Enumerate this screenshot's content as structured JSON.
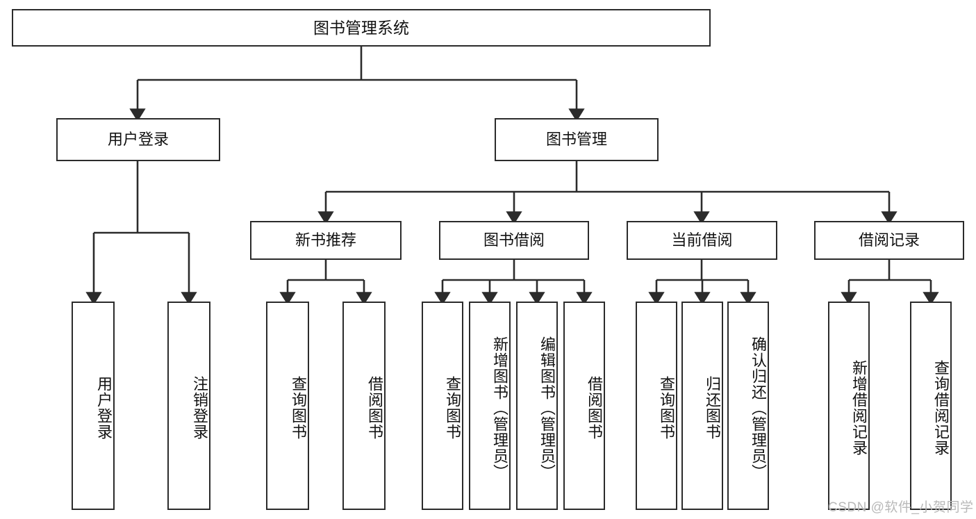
{
  "diagram": {
    "title": "图书管理系统",
    "type": "tree-hierarchy",
    "watermark": "CSDN @软件_小贺同学",
    "colors": {
      "box_border": "#2b2b2b",
      "box_fill": "#ffffff",
      "edge": "#2b2b2b",
      "background": "#ffffff",
      "watermark": "#b9b9b9"
    },
    "nodes": {
      "root": {
        "label": "图书管理系统",
        "level": 1
      },
      "l2": [
        {
          "id": "user-login",
          "label": "用户登录",
          "level": 2
        },
        {
          "id": "book-manage",
          "label": "图书管理",
          "level": 2
        }
      ],
      "l3": [
        {
          "id": "new-book-recommend",
          "label": "新书推荐",
          "level": 3,
          "parent": "book-manage"
        },
        {
          "id": "book-borrow",
          "label": "图书借阅",
          "level": 3,
          "parent": "book-manage"
        },
        {
          "id": "current-borrow",
          "label": "当前借阅",
          "level": 3,
          "parent": "book-manage"
        },
        {
          "id": "borrow-record",
          "label": "借阅记录",
          "level": 3,
          "parent": "book-manage"
        }
      ],
      "leaves": [
        {
          "id": "leaf-user-login",
          "label": "用户登录",
          "parent": "user-login"
        },
        {
          "id": "leaf-logout-login",
          "label": "注销登录",
          "parent": "user-login"
        },
        {
          "id": "leaf-query-book-1",
          "label": "查询图书",
          "parent": "new-book-recommend"
        },
        {
          "id": "leaf-borrow-book-1",
          "label": "借阅图书",
          "parent": "new-book-recommend"
        },
        {
          "id": "leaf-query-book-2",
          "label": "查询图书",
          "parent": "book-borrow"
        },
        {
          "id": "leaf-add-book",
          "label": "新增图书（管理员）",
          "parent": "book-borrow"
        },
        {
          "id": "leaf-edit-book",
          "label": "编辑图书（管理员）",
          "parent": "book-borrow"
        },
        {
          "id": "leaf-borrow-book-2",
          "label": "借阅图书",
          "parent": "book-borrow"
        },
        {
          "id": "leaf-query-book-3",
          "label": "查询图书",
          "parent": "current-borrow"
        },
        {
          "id": "leaf-return-book",
          "label": "归还图书",
          "parent": "current-borrow"
        },
        {
          "id": "leaf-confirm-return",
          "label": "确认归还（管理员）",
          "parent": "current-borrow"
        },
        {
          "id": "leaf-add-record",
          "label": "新增借阅记录",
          "parent": "borrow-record"
        },
        {
          "id": "leaf-query-record",
          "label": "查询借阅记录",
          "parent": "borrow-record"
        }
      ]
    }
  }
}
